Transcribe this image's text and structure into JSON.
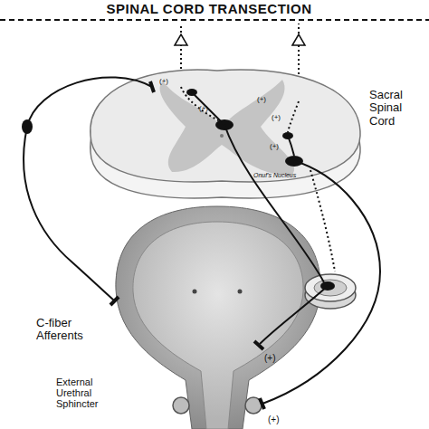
{
  "diagram": {
    "title": "SPINAL CORD TRANSECTION",
    "labels": [
      "Sacral Spinal Cord",
      "(+)",
      "(+)",
      "(+)",
      "(+)",
      "(+)",
      "Onuf's Nucleus",
      "C-fiber Afferents",
      "(+)",
      "External Urethral Sphincter",
      "(+)"
    ]
  }
}
